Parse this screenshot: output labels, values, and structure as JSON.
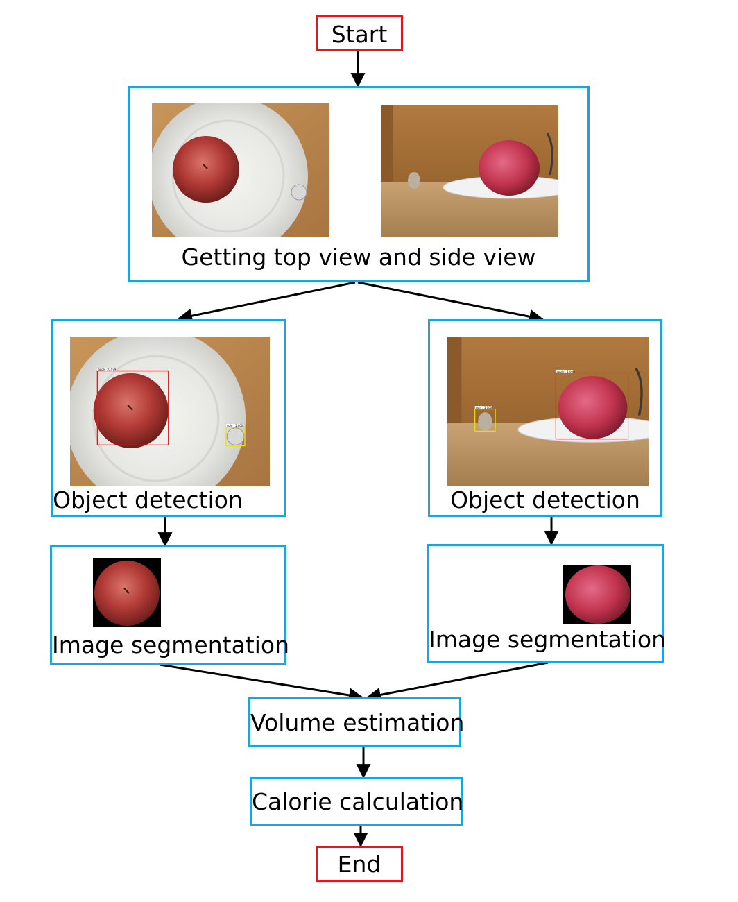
{
  "nodes": {
    "start": "Start",
    "acquire": "Getting top view and side view",
    "detect_left": "Object detection",
    "detect_right": "Object detection",
    "segment_left": "Image segmentation",
    "segment_right": "Image segmentation",
    "volume": "Volume estimation",
    "calorie": "Calorie calculation",
    "end": "End"
  },
  "detections": {
    "top_apple": "apple : 0.979",
    "top_coin": "coin : 1.000",
    "side_apple": "apple : 1.000",
    "side_coin": "coin : 1.000"
  },
  "colors": {
    "process_border": "#1fa3dc",
    "terminal_border": "#e0191e",
    "apple_box": "#e0191e",
    "coin_box": "#e8e21a"
  }
}
